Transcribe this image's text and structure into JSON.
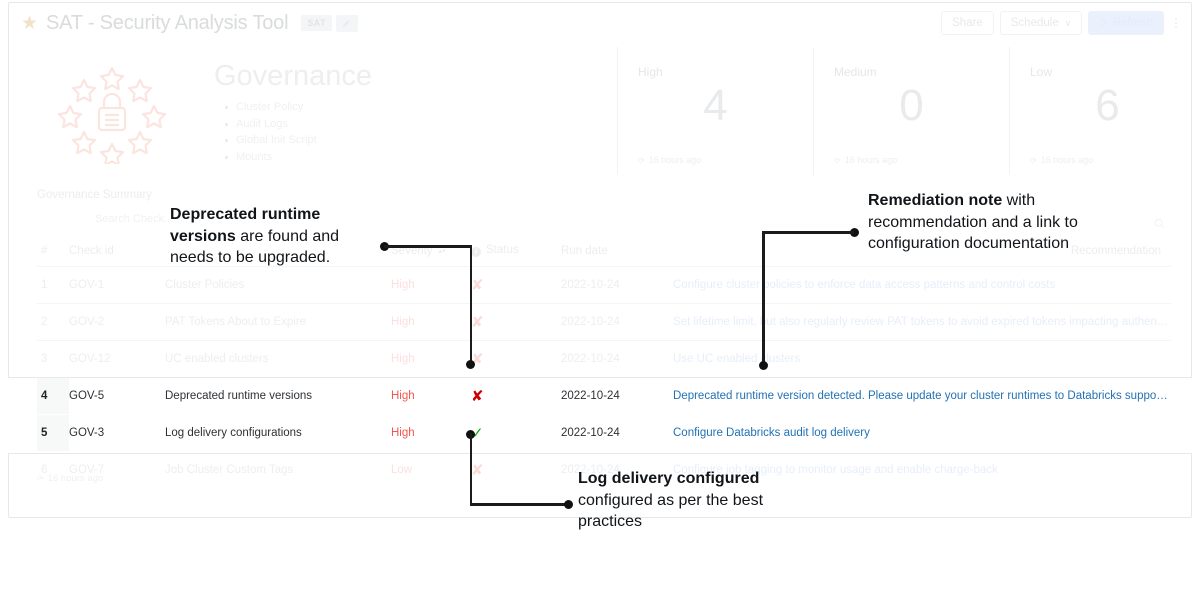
{
  "app": {
    "title": "SAT - Security Analysis Tool",
    "badge": "SAT",
    "favorite_icon": "star-icon",
    "edit_icon": "pencil-icon"
  },
  "toolbar": {
    "share_label": "Share",
    "schedule_label": "Schedule",
    "schedule_caret": "∨",
    "refresh_label": "Refresh",
    "refresh_icon": "⟳",
    "overflow_icon": "kebab-icon",
    "primary_color": "#eaf1fd"
  },
  "banner": {
    "logo_icon": "lock-with-stars-icon",
    "heading": "Governance",
    "bullets": [
      "Cluster Policy",
      "Audit Logs",
      "Global Init Script",
      "Mounts"
    ]
  },
  "metrics": [
    {
      "label": "High",
      "value": "4",
      "timestamp": "16 hours ago",
      "clock_icon": "⟳"
    },
    {
      "label": "Medium",
      "value": "0",
      "timestamp": "16 hours ago",
      "clock_icon": "⟳"
    },
    {
      "label": "Low",
      "value": "6",
      "timestamp": "16 hours ago",
      "clock_icon": "⟳"
    }
  ],
  "summary": {
    "title": "Governance Summary",
    "search_placeholder": "Search Check...",
    "search_icon": "search-icon",
    "footer_timestamp": "16 hours ago",
    "columns": {
      "num": "#",
      "check_id": "Check id",
      "check": "",
      "severity": "Severity",
      "status": "Status",
      "run_date": "Run date",
      "recommendation": "Recommendation"
    },
    "sort_indicator": "▴▾",
    "status_info_icon": "info-icon",
    "rows": [
      {
        "num": "1",
        "check_id": "GOV-1",
        "check": "Cluster Policies",
        "severity": "High",
        "status": "fail",
        "status_glyph": "✘",
        "run_date": "2022-10-24",
        "recommendation": "Configure cluster policies to enforce data access patterns and control costs",
        "active": false
      },
      {
        "num": "2",
        "check_id": "GOV-2",
        "check": "PAT Tokens About to Expire",
        "severity": "High",
        "status": "fail",
        "status_glyph": "✘",
        "run_date": "2022-10-24",
        "recommendation": "Set lifetime limit, but also regularly review PAT tokens to avoid expired tokens impacting authentications",
        "active": false
      },
      {
        "num": "3",
        "check_id": "GOV-12",
        "check": "UC enabled clusters",
        "severity": "High",
        "status": "fail",
        "status_glyph": "✘",
        "run_date": "2022-10-24",
        "recommendation": "Use UC enabled clusters",
        "active": false
      },
      {
        "num": "4",
        "check_id": "GOV-5",
        "check": "Deprecated runtime versions",
        "severity": "High",
        "status": "fail",
        "status_glyph": "✘",
        "run_date": "2022-10-24",
        "recommendation": "Deprecated runtime version detected. Please update your cluster runtimes to Databricks supported runtimes",
        "active": true
      },
      {
        "num": "5",
        "check_id": "GOV-3",
        "check": "Log delivery configurations",
        "severity": "High",
        "status": "pass",
        "status_glyph": "✓",
        "run_date": "2022-10-24",
        "recommendation": "Configure Databricks audit log delivery",
        "active": true
      },
      {
        "num": "6",
        "check_id": "GOV-7",
        "check": "Job Cluster Custom Tags",
        "severity": "Low",
        "status": "fail",
        "status_glyph": "✘",
        "run_date": "2022-10-24",
        "recommendation": "Configure job tagging to monitor usage and enable charge-back",
        "active": false
      }
    ]
  },
  "annotations": [
    {
      "id": "deprecated",
      "bold": "Deprecated runtime versions",
      "rest": " are found and needs to be upgraded."
    },
    {
      "id": "remediation",
      "bold": "Remediation note",
      "rest": " with recommendation and a link to configuration documentation"
    },
    {
      "id": "logdelivery",
      "bold": "Log delivery configured",
      "rest": "  configured as per the best practices"
    }
  ],
  "colors": {
    "fail": "#cc0000",
    "pass": "#00b300",
    "severity_high": "#f2564d",
    "link": "#2272b4",
    "annotation": "#111418"
  }
}
